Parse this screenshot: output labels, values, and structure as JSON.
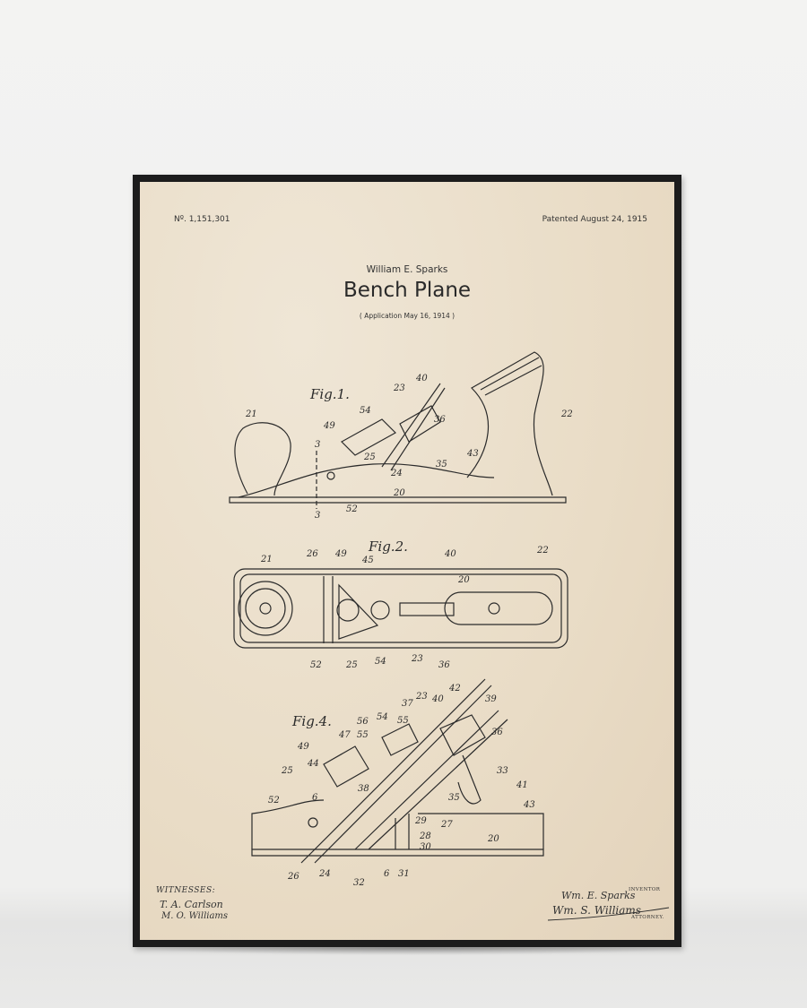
{
  "poster": {
    "patent_number": "Nº. 1,151,301",
    "patented": "Patented August 24, 1915",
    "inventor": "William E. Sparks",
    "title": "Bench Plane",
    "application": "( Application May 16, 1914 )",
    "witnesses_label": "WITNESSES:",
    "witness_1": "T. A. Carlson",
    "witness_2": "M. O. Williams",
    "inventor_signature": "Wm. E. Sparks",
    "attorney_signature": "Wm. S. Williams",
    "inventor_label": "INVENTOR",
    "attorney_label": "ATTORNEY.",
    "figures": {
      "fig1": {
        "label": "Fig.1.",
        "parts": [
          "21",
          "3",
          "49",
          "54",
          "23",
          "40",
          "36",
          "22",
          "43",
          "25",
          "24",
          "35",
          "20",
          "52",
          "3"
        ]
      },
      "fig2": {
        "label": "Fig.2.",
        "parts": [
          "21",
          "26",
          "49",
          "45",
          "40",
          "20",
          "22",
          "52",
          "25",
          "54",
          "23",
          "36"
        ]
      },
      "fig4": {
        "label": "Fig.4.",
        "parts": [
          "42",
          "23",
          "40",
          "39",
          "37",
          "55",
          "54",
          "56",
          "47",
          "55",
          "36",
          "49",
          "44",
          "33",
          "25",
          "41",
          "6",
          "38",
          "35",
          "43",
          "52",
          "29",
          "27",
          "28",
          "30",
          "20",
          "26",
          "24",
          "32",
          "6",
          "31"
        ]
      }
    }
  }
}
